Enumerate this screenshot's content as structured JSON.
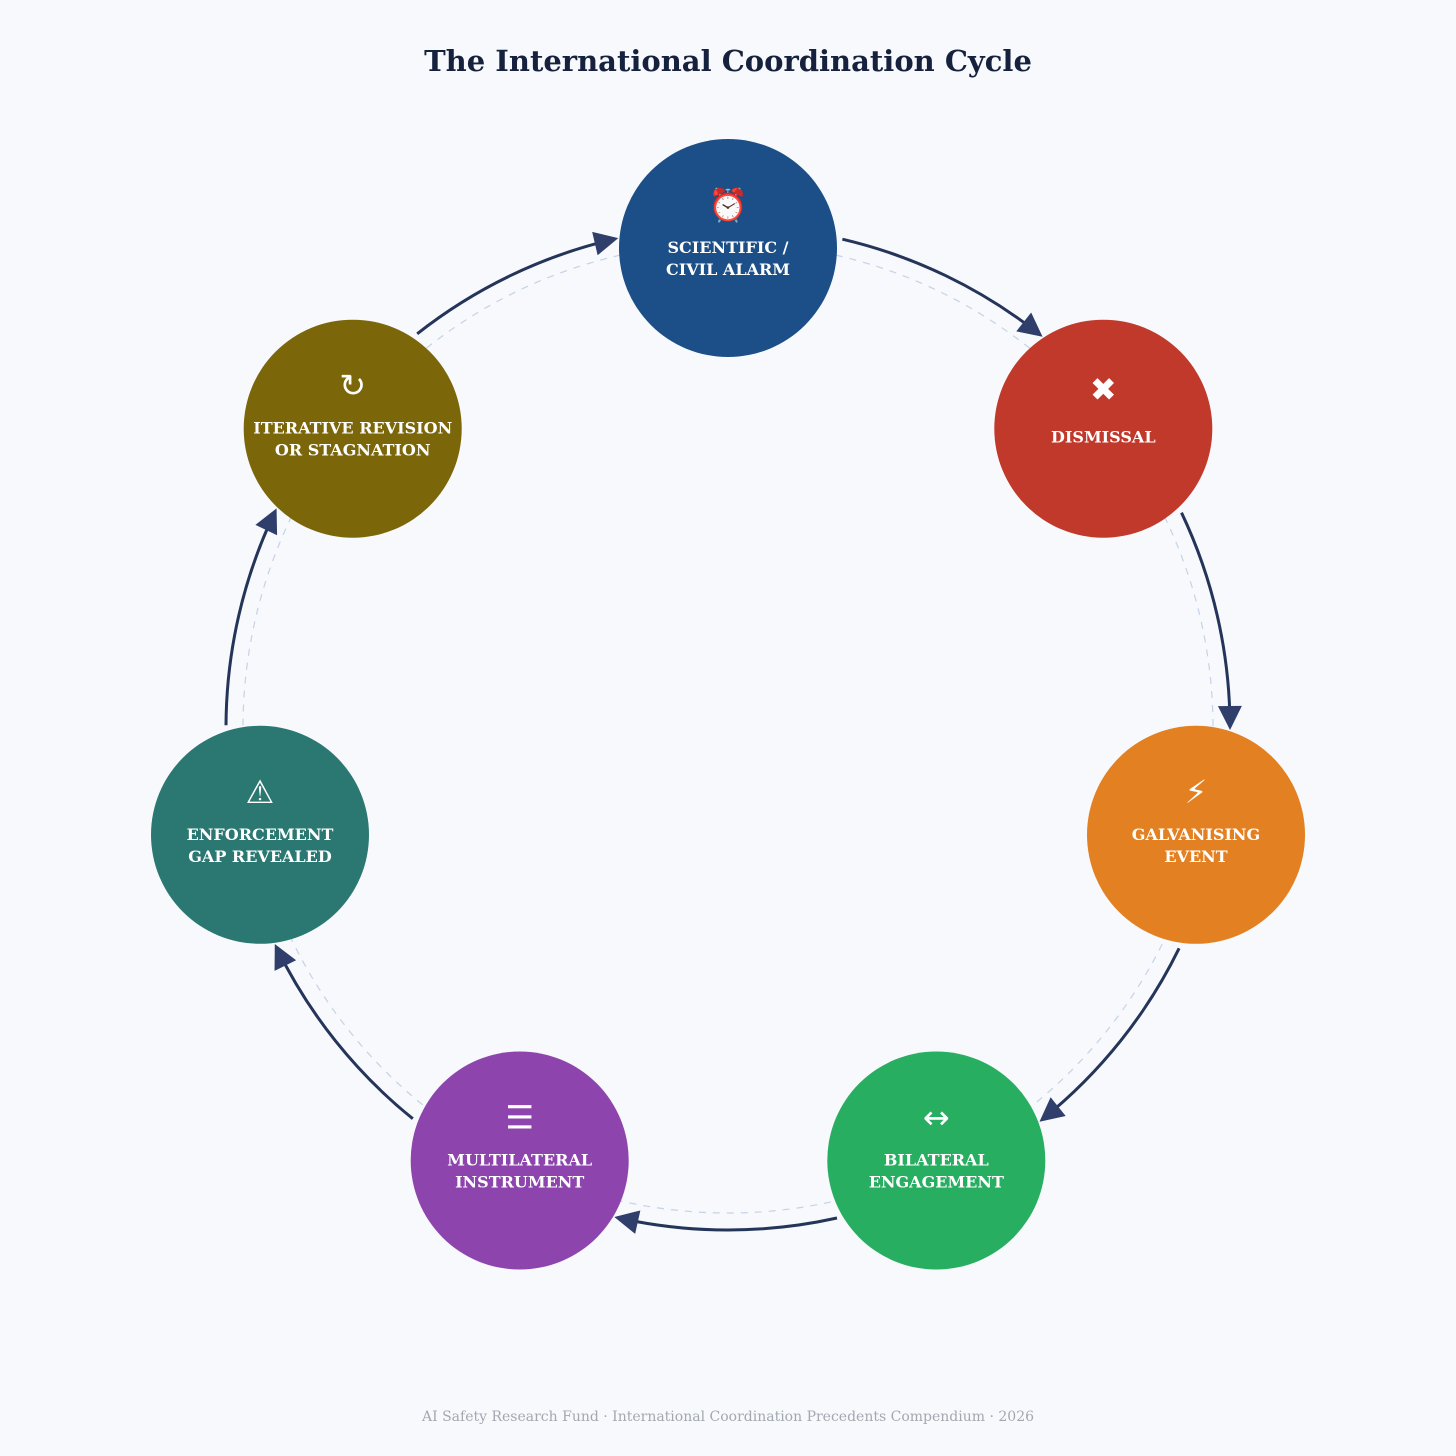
{
  "title": "The International Coordination Cycle",
  "footer": "AI Safety Research Fund · International Coordination Precedents Compendium · 2026",
  "colors": {
    "background": "#f7f9fc",
    "arrow": "#25355a",
    "guide_ring": "#c5d3e6"
  },
  "stages": [
    {
      "id": "scientific-civil-alarm",
      "lines": [
        "SCIENTIFIC /",
        "CIVIL ALARM"
      ],
      "icon": "alarm-icon",
      "color": "#1c4f87"
    },
    {
      "id": "dismissal",
      "lines": [
        "DISMISSAL"
      ],
      "icon": "dismissal-icon",
      "color": "#c0392b"
    },
    {
      "id": "galvanising-event",
      "lines": [
        "GALVANISING",
        "EVENT"
      ],
      "icon": "event-icon",
      "color": "#e38022"
    },
    {
      "id": "bilateral-engagement",
      "lines": [
        "BILATERAL",
        "ENGAGEMENT"
      ],
      "icon": "handshake-icon",
      "color": "#27ae60"
    },
    {
      "id": "multilateral-instrument",
      "lines": [
        "MULTILATERAL",
        "INSTRUMENT"
      ],
      "icon": "document-icon",
      "color": "#8e44ad"
    },
    {
      "id": "enforcement-gap-revealed",
      "lines": [
        "ENFORCEMENT",
        "GAP REVEALED"
      ],
      "icon": "warning-icon",
      "color": "#2b7872"
    },
    {
      "id": "iterative-revision-or-stagnation",
      "lines": [
        "ITERATIVE REVISION",
        "OR STAGNATION"
      ],
      "icon": "refresh-icon",
      "color": "#7b6609"
    }
  ]
}
